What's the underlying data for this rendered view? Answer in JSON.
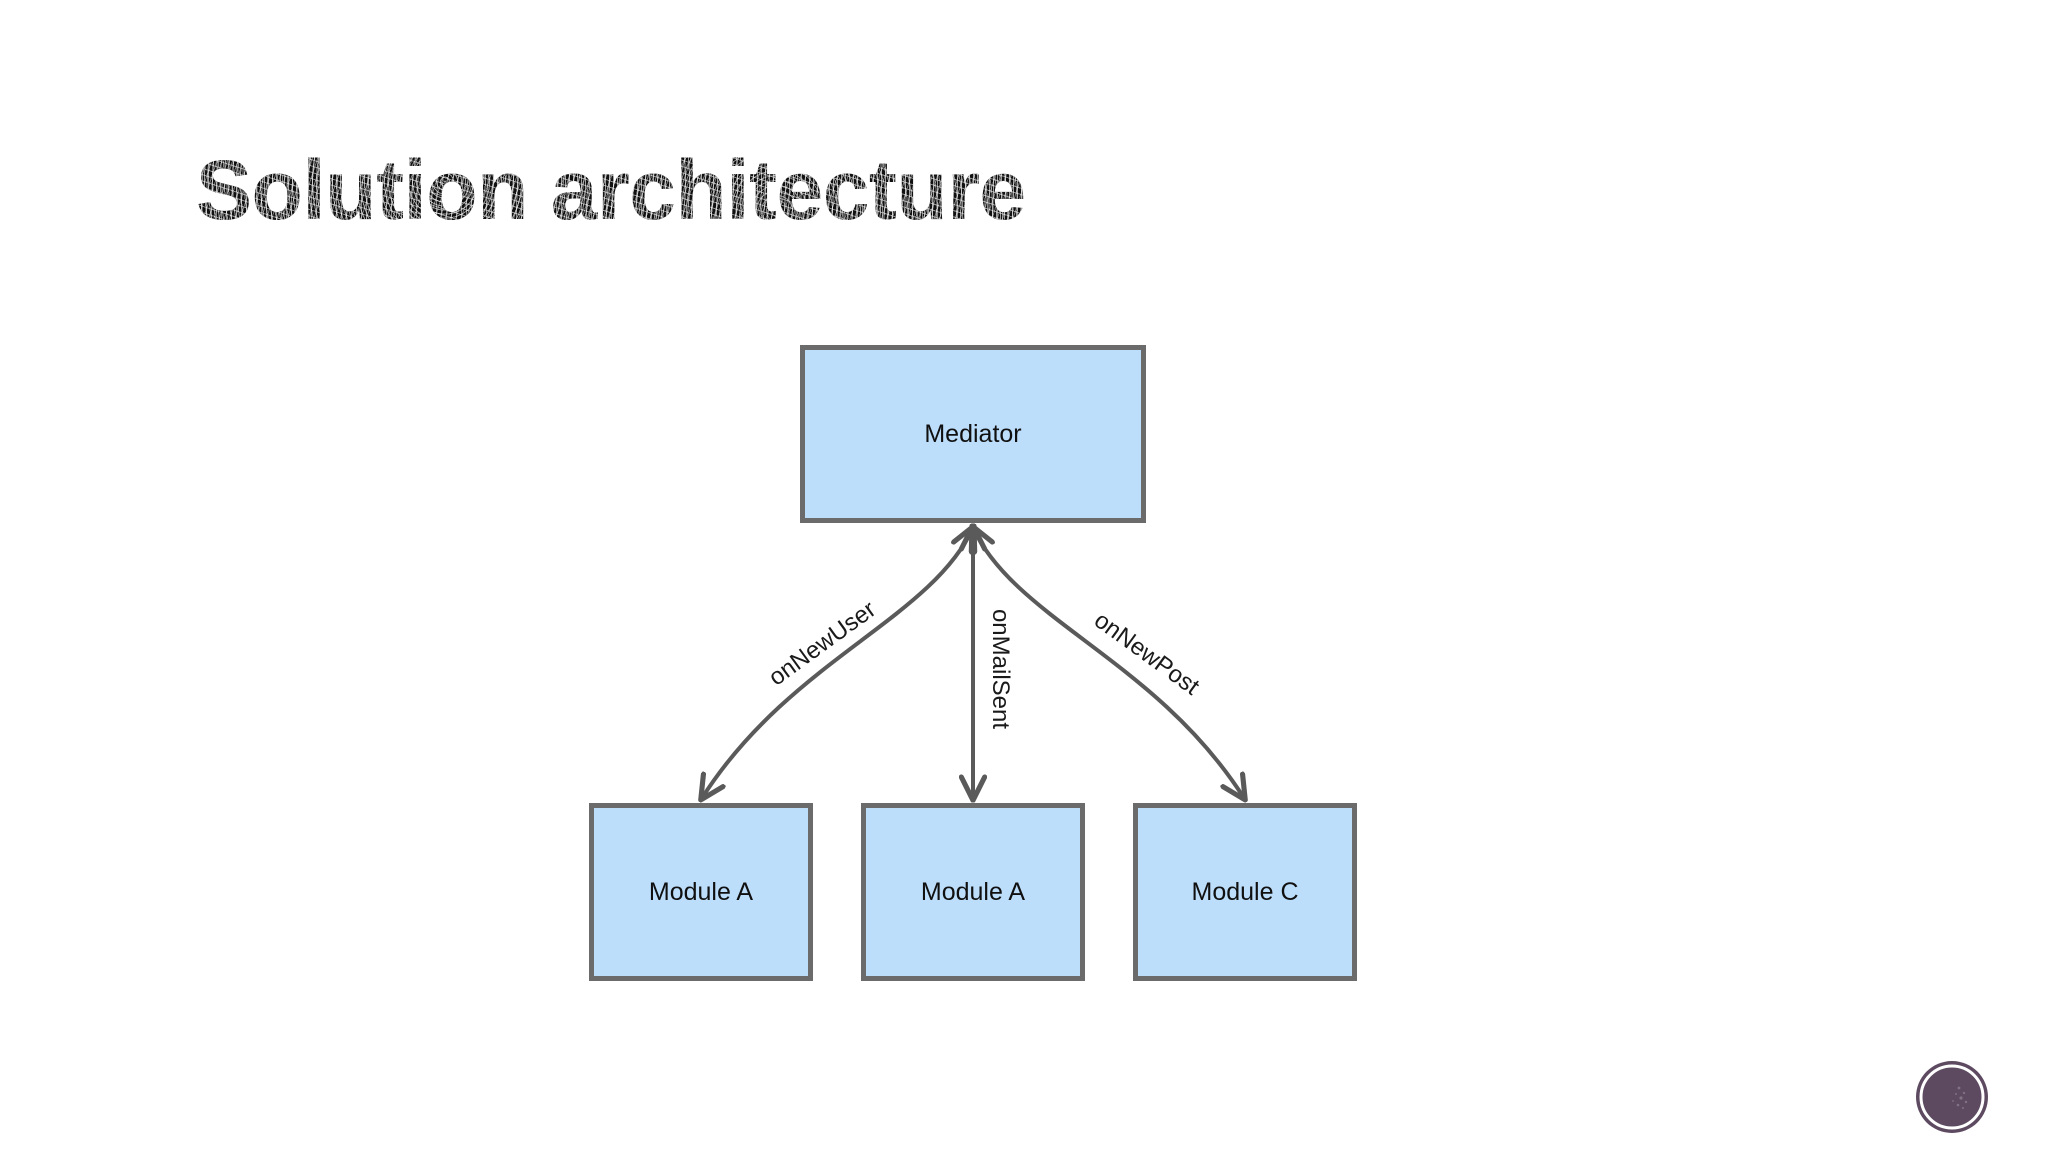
{
  "slide": {
    "title": "Solution architecture",
    "background_color": "#ffffff"
  },
  "diagram": {
    "type": "mediator-pattern-architecture",
    "node_fill_color": "#bddefb",
    "node_border_color": "#6b6b6b",
    "edge_color": "#5a5a5a",
    "nodes": [
      {
        "id": "mediator",
        "label": "Mediator"
      },
      {
        "id": "module-a-1",
        "label": "Module A"
      },
      {
        "id": "module-a-2",
        "label": "Module A"
      },
      {
        "id": "module-c",
        "label": "Module C"
      }
    ],
    "edges": [
      {
        "id": "edge-on-new-user",
        "label": "onNewUser",
        "from": "mediator",
        "to": "module-a-1",
        "style": "curved",
        "arrowheads": "both"
      },
      {
        "id": "edge-on-mail-sent",
        "label": "onMailSent",
        "from": "mediator",
        "to": "module-a-2",
        "style": "straight",
        "arrowheads": "both"
      },
      {
        "id": "edge-on-new-post",
        "label": "onNewPost",
        "from": "mediator",
        "to": "module-c",
        "style": "curved",
        "arrowheads": "both"
      }
    ]
  },
  "logo": {
    "name": "circular-brand-logo",
    "color": "#5d4a61",
    "ring_color": "#ffffff"
  }
}
